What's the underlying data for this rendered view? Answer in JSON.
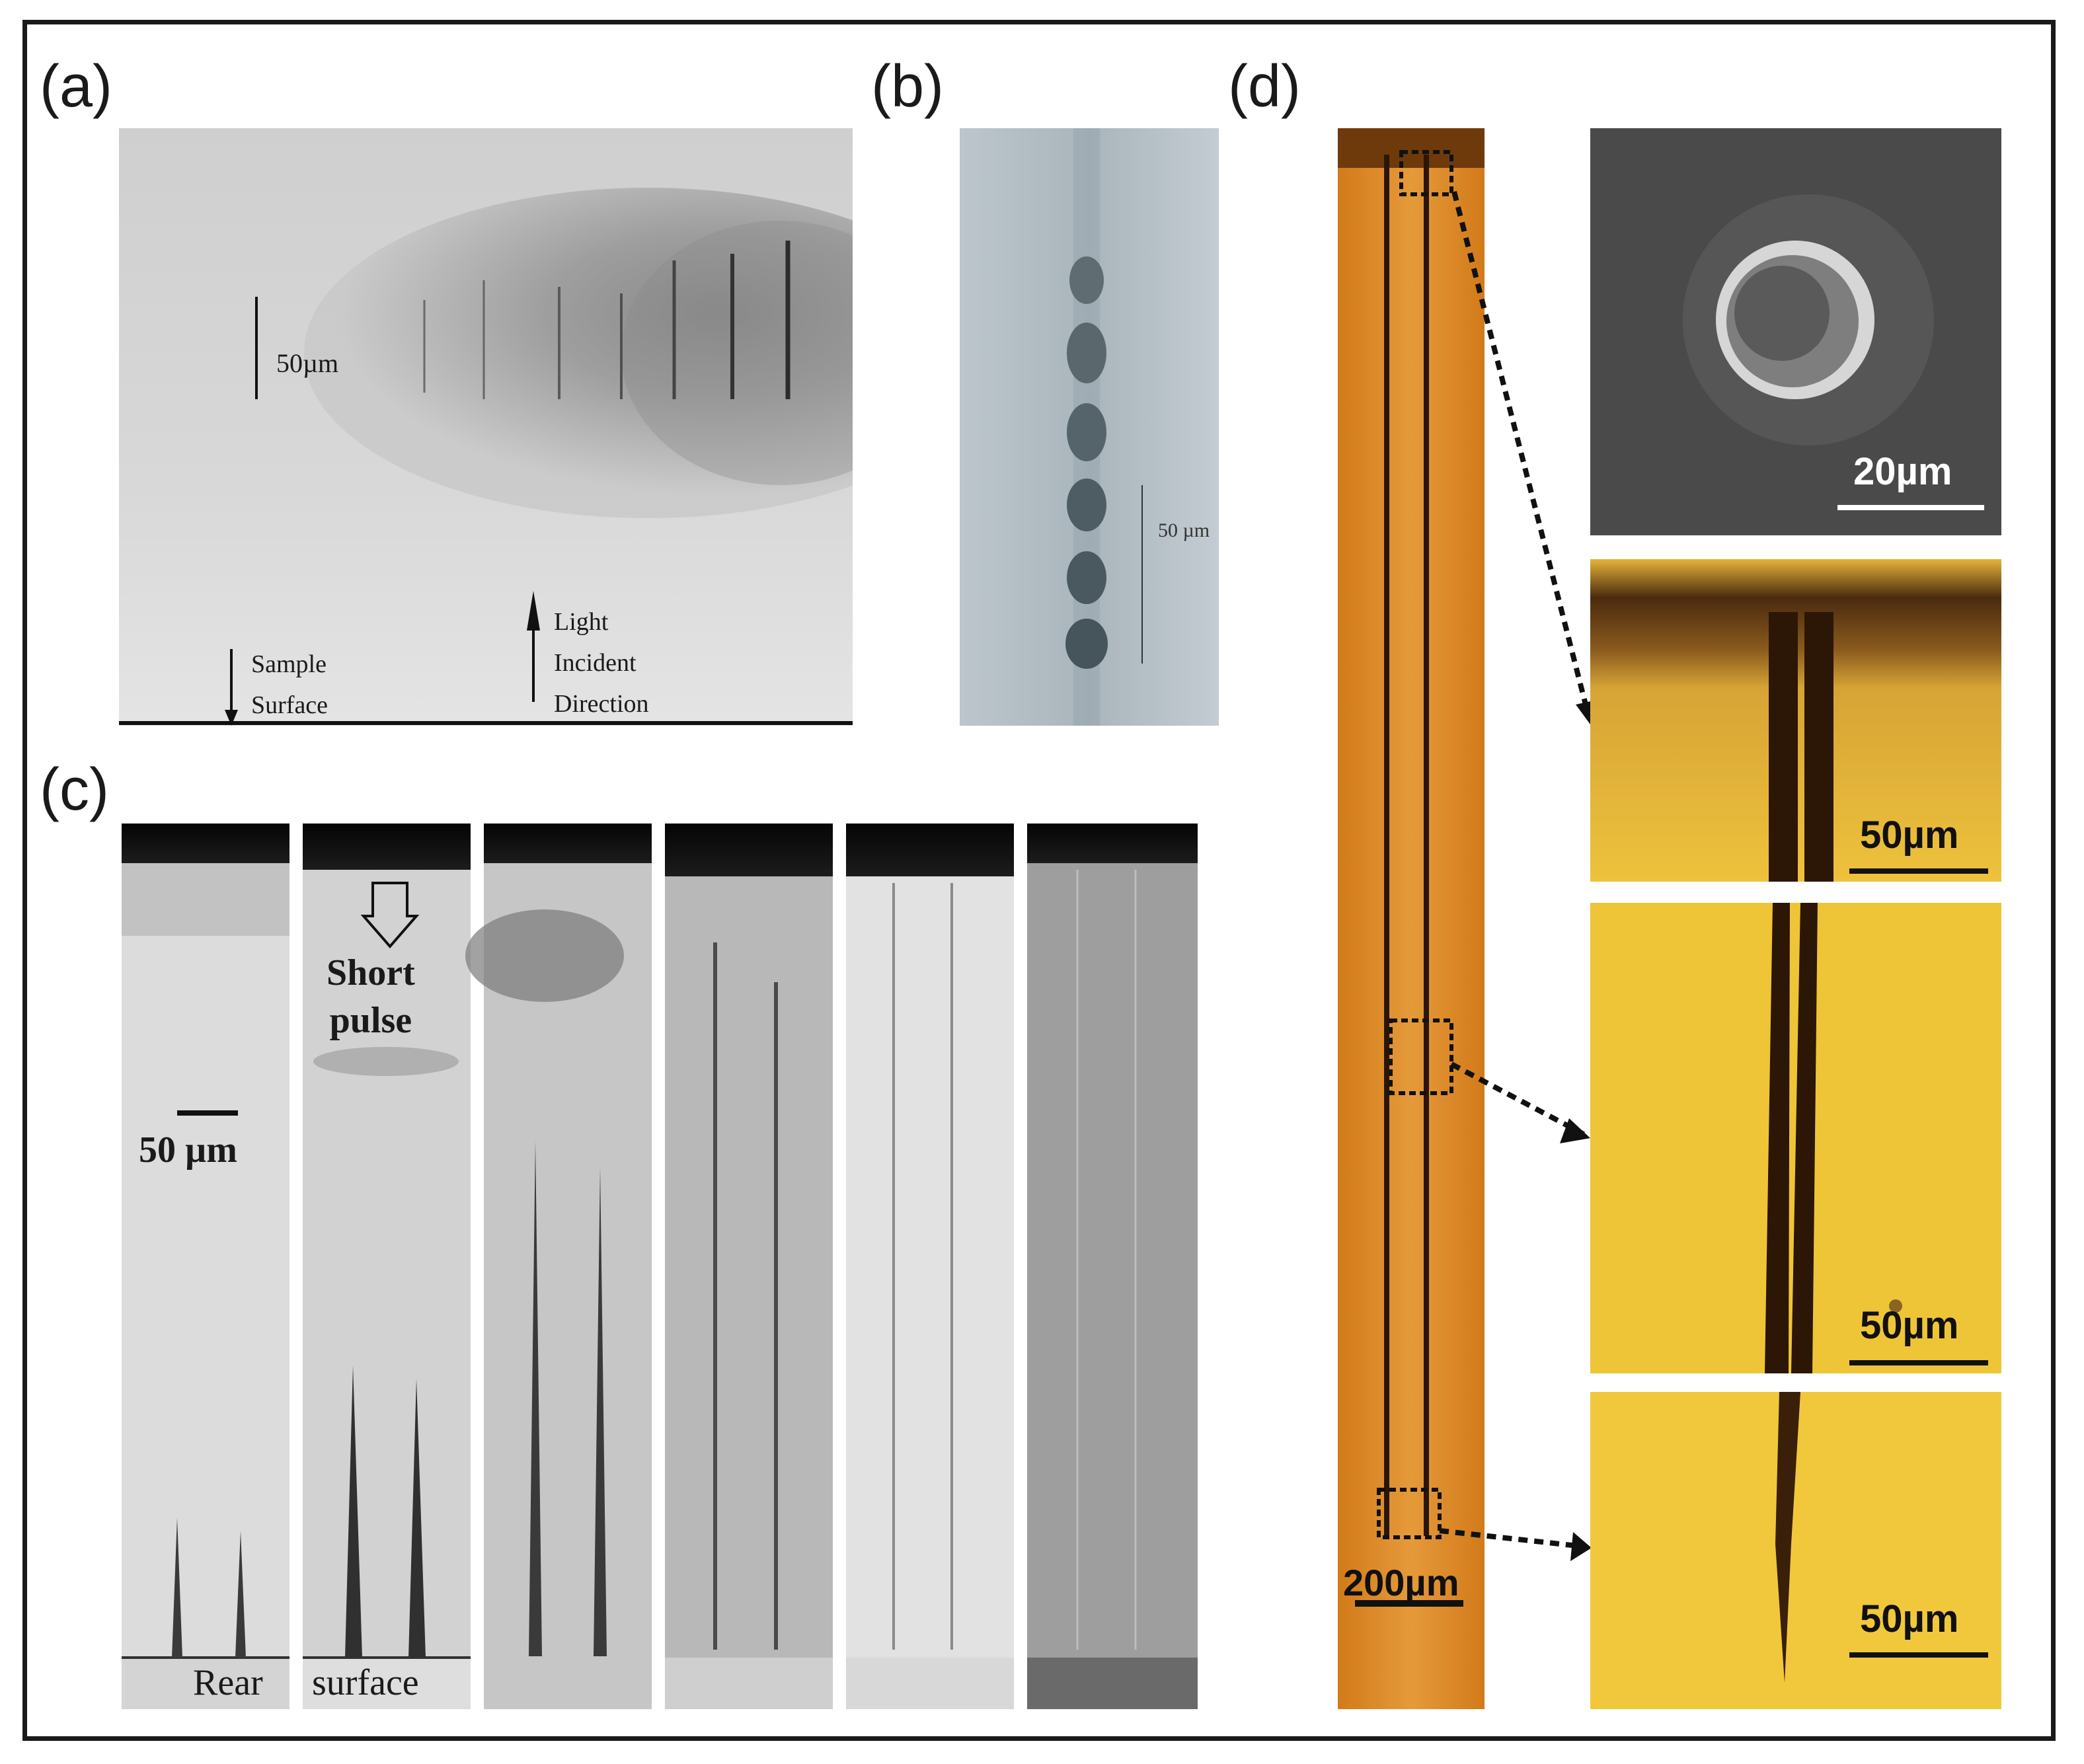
{
  "figure": {
    "panel_labels": {
      "a": "(a)",
      "b": "(b)",
      "c": "(c)",
      "d": "(d)"
    }
  },
  "panel_a": {
    "scale_bar_label": "50µm",
    "sample_surface_label": [
      "Sample",
      "Surface"
    ],
    "light_direction_label": [
      "Light",
      "Incident",
      "Direction"
    ]
  },
  "panel_b": {
    "scale_bar_label": "50 µm"
  },
  "panel_c": {
    "annotation": [
      "Short",
      "pulse"
    ],
    "scale_bar_label": "50 µm",
    "bottom_labels": [
      "Rear",
      "surface"
    ]
  },
  "panel_d": {
    "main_scale_bar_label": "200µm",
    "sem_scale_bar_label": "20µm",
    "inset_scale_bar_labels": [
      "50µm",
      "50µm",
      "50µm"
    ]
  }
}
